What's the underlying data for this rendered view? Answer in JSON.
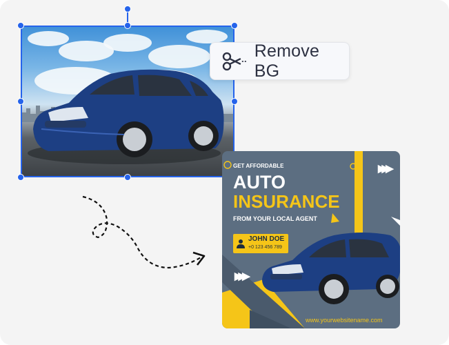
{
  "actions": {
    "remove_bg_label": "Remove BG",
    "remove_bg_icon": "scissors-icon"
  },
  "poster": {
    "kicker": "GET AFFORDABLE",
    "title_line1": "AUTO",
    "title_line2": "INSURANCE",
    "subtitle": "FROM YOUR LOCAL AGENT",
    "agent_name": "JOHN DOE",
    "agent_phone": "+0 123 456 789",
    "website": "www.yourwebsitename.com"
  },
  "colors": {
    "selection": "#2563eb",
    "poster_bg": "#5c6e81",
    "accent_yellow": "#f5c518",
    "car_blue": "#1d3f83"
  }
}
